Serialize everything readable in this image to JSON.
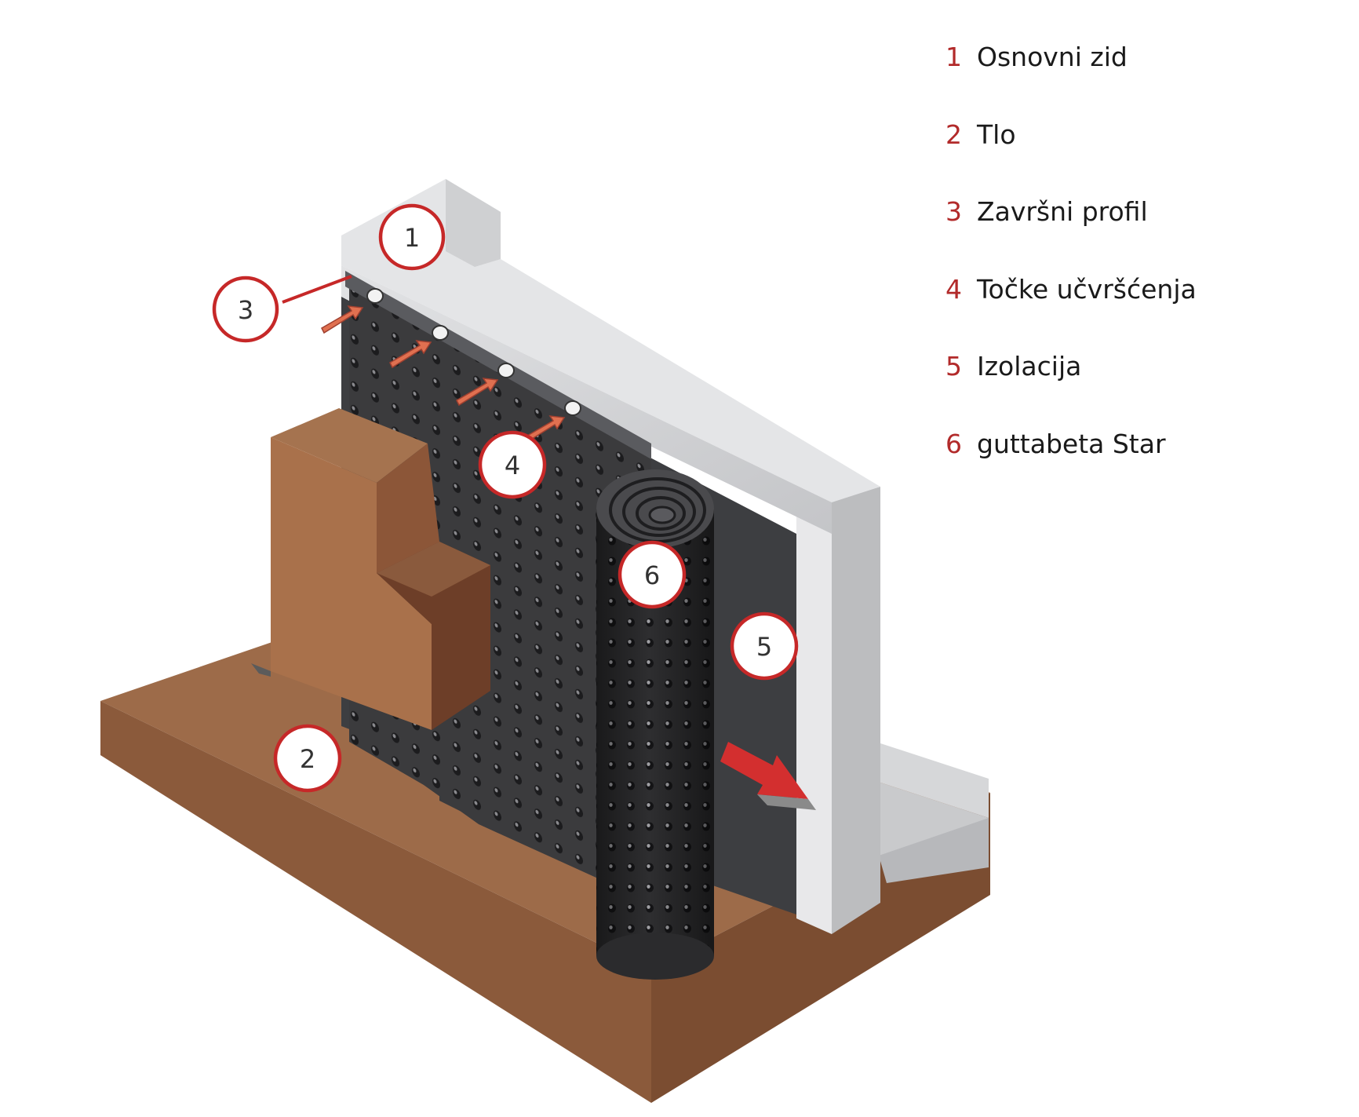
{
  "legend": [
    {
      "num": "1",
      "label": "Osnovni zid"
    },
    {
      "num": "2",
      "label": "Tlo"
    },
    {
      "num": "3",
      "label": "Završni profil"
    },
    {
      "num": "4",
      "label": "Točke učvršćenja"
    },
    {
      "num": "5",
      "label": "Izolacija"
    },
    {
      "num": "6",
      "label": "guttabeta Star"
    }
  ],
  "callouts": [
    "1",
    "2",
    "3",
    "4",
    "5",
    "6"
  ],
  "colors": {
    "accent": "#c62828",
    "legend_number": "#b22a2a",
    "soil_top": "#9b6a48",
    "soil_front": "#8a5a3b",
    "wall": "#cfd0d2",
    "membrane": "#3a3a3a"
  }
}
